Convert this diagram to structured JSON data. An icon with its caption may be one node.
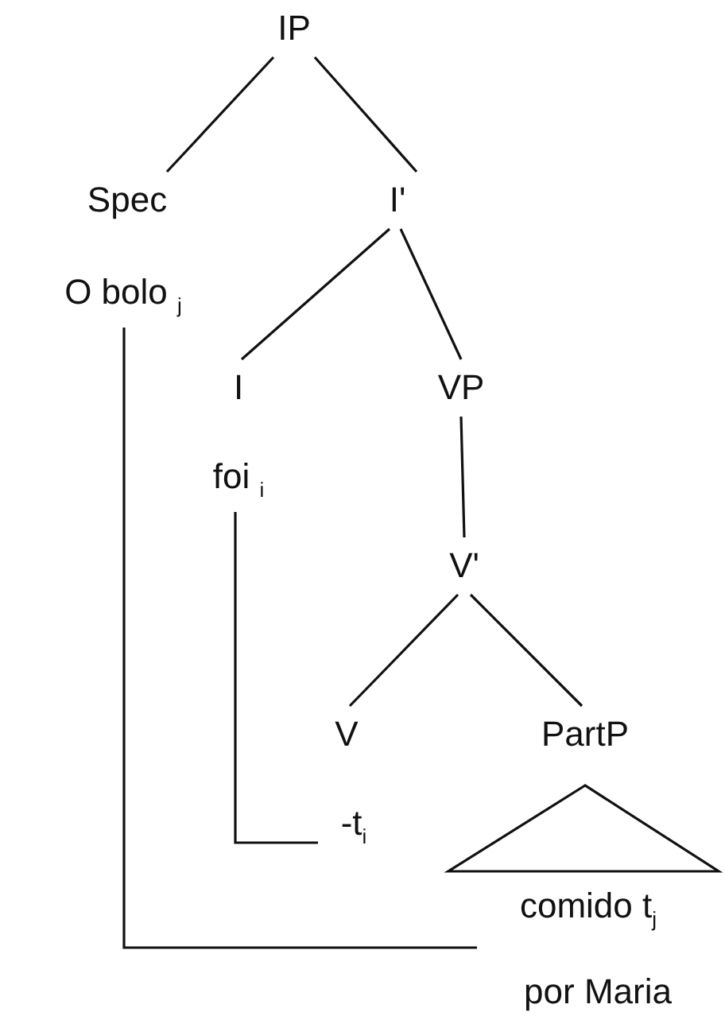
{
  "diagram": {
    "nodes": [
      {
        "text": [
          "IP"
        ]
      },
      {
        "text": [
          "Spec"
        ]
      },
      {
        "text": [
          "I'"
        ]
      },
      {
        "text": [
          "O bolo $_{j}$"
        ]
      },
      {
        "text": [
          "I"
        ]
      },
      {
        "text": [
          "VP"
        ]
      },
      {
        "text": [
          "foi $_{i}$"
        ]
      },
      {
        "text": [
          "V'"
        ]
      },
      {
        "text": [
          "V"
        ]
      },
      {
        "text": [
          "PartP"
        ]
      },
      {
        "text": [
          "-t$_{i}$"
        ]
      },
      {
        "text": [
          "comido t$_{j}$"
        ]
      },
      {
        "text": [
          "por Maria"
        ]
      }
    ],
    "edges": [
      {
        "from": 0,
        "to": 1,
        "arrow": "none"
      },
      {
        "from": 0,
        "to": 2,
        "arrow": "none"
      },
      {
        "from": 2,
        "to": 4,
        "arrow": "none"
      },
      {
        "from": 2,
        "to": 5,
        "arrow": "none"
      },
      {
        "from": 5,
        "to": 7,
        "arrow": "none"
      },
      {
        "from": 7,
        "to": 8,
        "arrow": "none"
      },
      {
        "from": 7,
        "to": 9,
        "arrow": "none"
      },
      {
        "from": 9,
        "to": 11,
        "arrow": "none"
      },
      {
        "from": 6,
        "to": 10,
        "arrow": "none"
      },
      {
        "from": 3,
        "to": 11,
        "arrow": "none"
      }
    ]
  }
}
